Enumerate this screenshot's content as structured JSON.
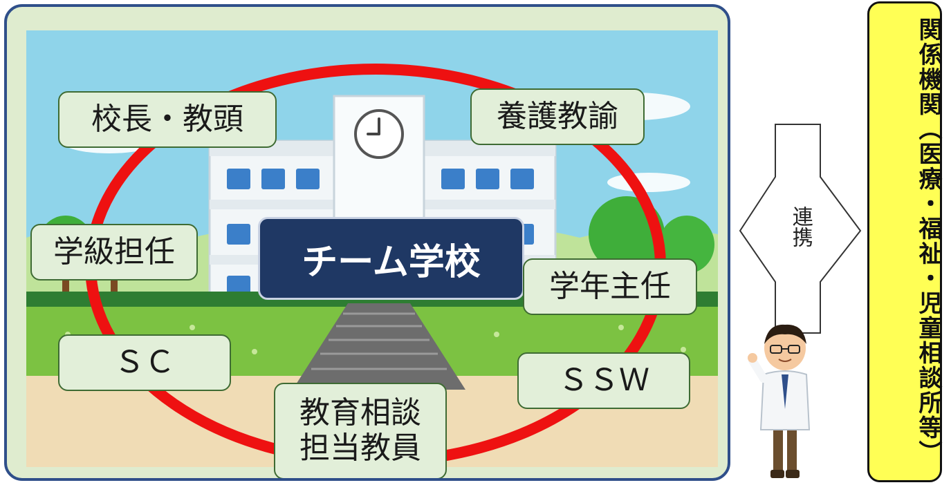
{
  "diagram": {
    "center_label": "チーム学校",
    "members": [
      {
        "id": "principal",
        "label": "校長・教頭"
      },
      {
        "id": "nurse",
        "label": "養護教諭"
      },
      {
        "id": "homeroom",
        "label": "学級担任"
      },
      {
        "id": "grade-head",
        "label": "学年主任"
      },
      {
        "id": "sc",
        "label": "ＳＣ"
      },
      {
        "id": "ssw",
        "label": "ＳＳＷ"
      },
      {
        "id": "counseling",
        "label": "教育相談\n担当教員"
      }
    ],
    "link_label": "連携",
    "agencies_label": "関係機関（医療・福祉・児童相談所等）"
  },
  "colors": {
    "frame_border": "#2f4f8a",
    "frame_fill": "#dfeccf",
    "ring": "#ee1111",
    "center_fill": "#1f3864",
    "member_fill": "#e2efd9",
    "agency_fill": "#ffff55"
  }
}
